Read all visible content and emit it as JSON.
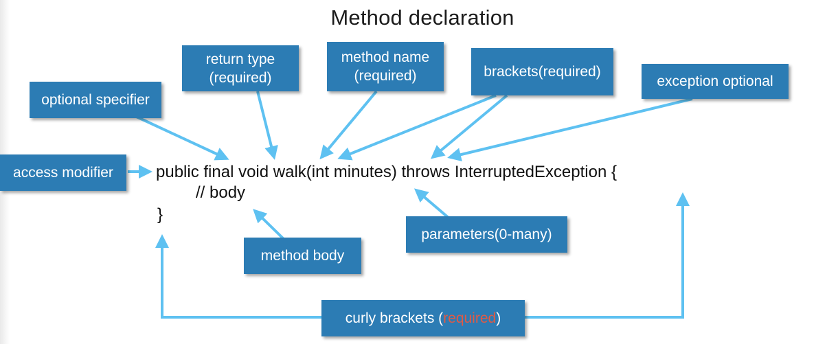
{
  "title": "Method declaration",
  "colors": {
    "box": "#2c7cb4",
    "arrow": "#5ec1f1",
    "highlight": "#e05a45"
  },
  "labels": {
    "return_type": "return type\n(required)",
    "method_name": "method name\n(required)",
    "brackets": "brackets(required)",
    "exception": "exception optional",
    "optional_specifier": "optional specifier",
    "access_modifier": "access modifier",
    "method_body": "method body",
    "parameters": "parameters(0-many)",
    "curly_prefix": "curly brackets (",
    "curly_required": "required",
    "curly_suffix": ")"
  },
  "code": {
    "line1": "public final void walk(int minutes) throws InterruptedException {",
    "line2": "// body",
    "line3": "}"
  }
}
